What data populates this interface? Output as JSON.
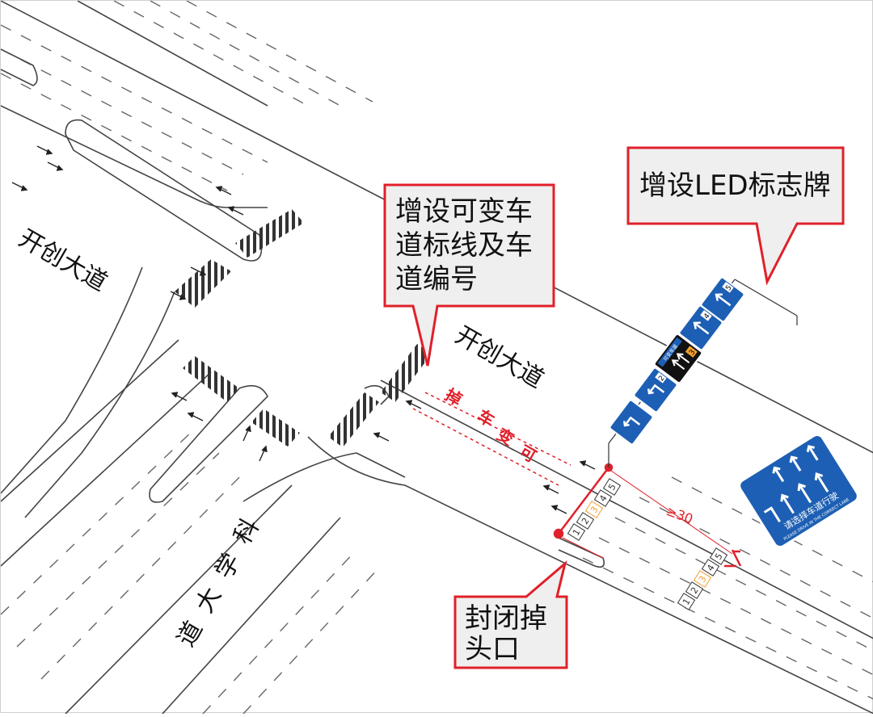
{
  "roads": {
    "kaichuang_left": "开创大道",
    "kaichuang_right": "开创大道",
    "kexue": [
      "科",
      "学",
      "大",
      "道"
    ]
  },
  "callouts": {
    "variable_lane": [
      "增设可变车",
      "道标线及车",
      "道编号"
    ],
    "led_sign": "增设LED标志牌",
    "close_uturn": [
      "封闭掉",
      "头口"
    ]
  },
  "markings": {
    "variable_lane_text": [
      "掉",
      "车",
      "变",
      "可"
    ],
    "lane_numbers_upper": [
      "1",
      "2",
      "3",
      "4",
      "5"
    ],
    "lane_numbers_lower": [
      "1",
      "2",
      "3",
      "4",
      "5"
    ],
    "distance": "≥30"
  },
  "signs": {
    "lane_sign_numbers": [
      "1",
      "2",
      "3",
      "4",
      "5"
    ],
    "variable_sign_label": "可变车道",
    "big_sign_cn": "请选择车道行驶",
    "big_sign_en": "PLEASE DRIVE IN THE CORRECT LANE"
  },
  "colors": {
    "callout_border": "#e0202a",
    "callout_fill": "#efefef",
    "sign_blue": "#1d5fb4",
    "marking_red": "#e0202a",
    "lane_orange": "#f0a030"
  }
}
